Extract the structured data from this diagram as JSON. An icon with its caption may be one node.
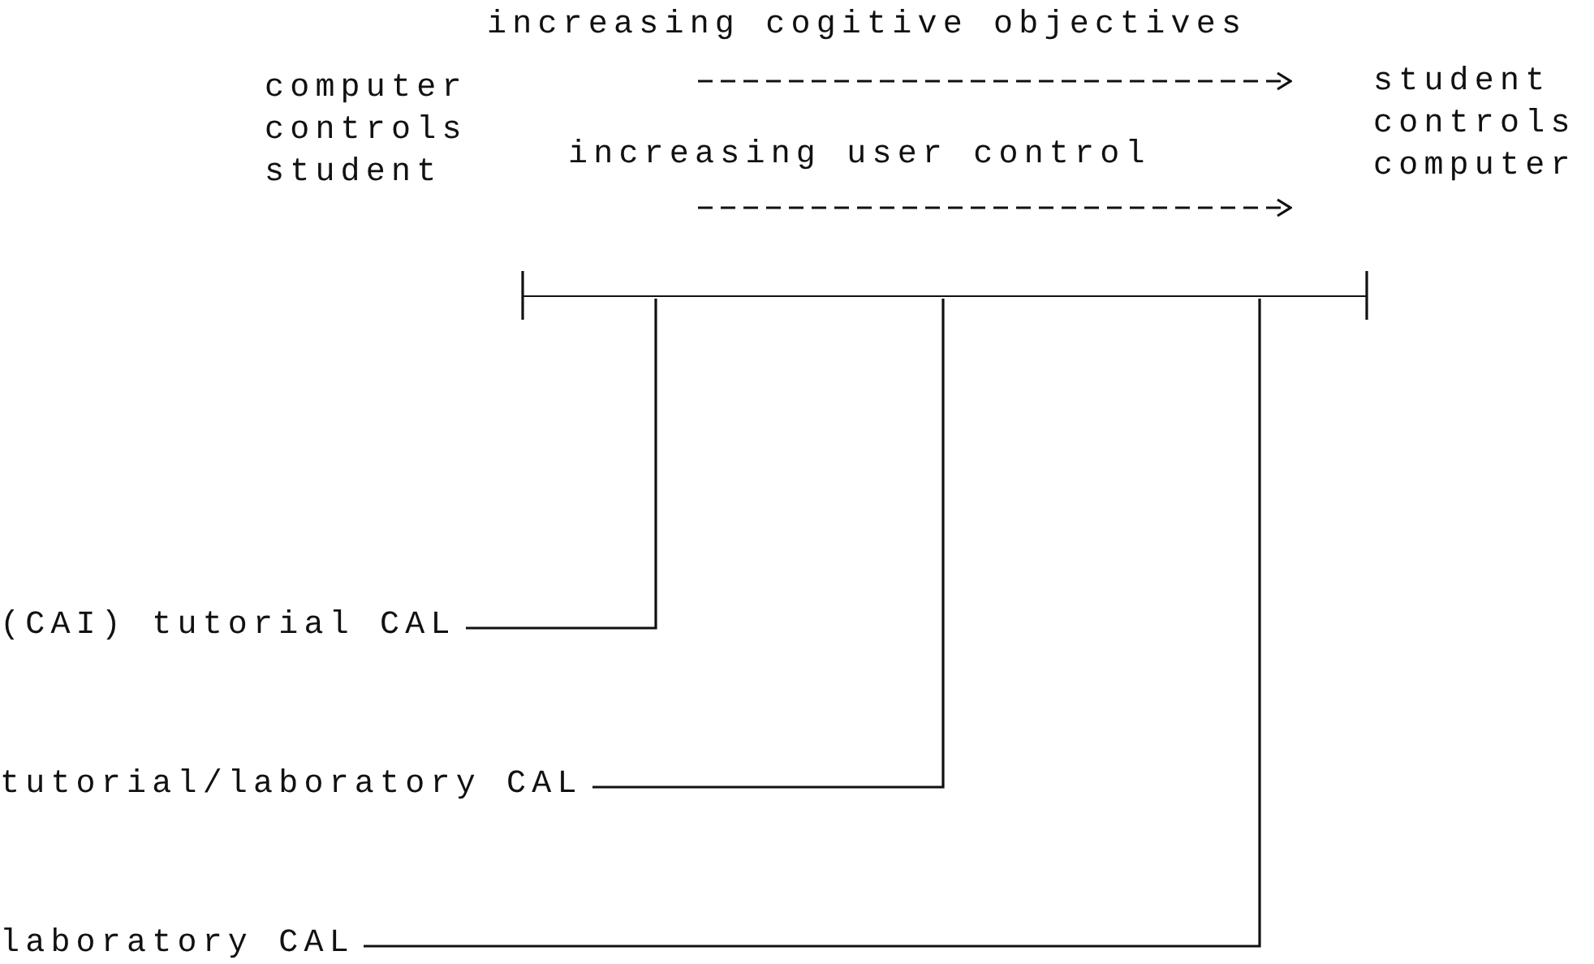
{
  "diagram": {
    "nodes": [
      {
        "text": [],
        "shape": "bar"
      },
      {
        "text": [
          "(CAI) tutorial CAL"
        ]
      },
      {
        "text": [
          "tutorial/laboratory CAL"
        ]
      },
      {
        "text": [
          "laboratory CAL"
        ]
      }
    ],
    "edges": [
      {
        "from": 1,
        "to": 0,
        "arrow": "none"
      },
      {
        "from": 2,
        "to": 0,
        "arrow": "none"
      },
      {
        "from": 3,
        "to": 0,
        "arrow": "none"
      }
    ],
    "labels": [
      "increasing cogitive objectives",
      "computer controls student",
      "increasing user control",
      "student controls computer"
    ]
  }
}
